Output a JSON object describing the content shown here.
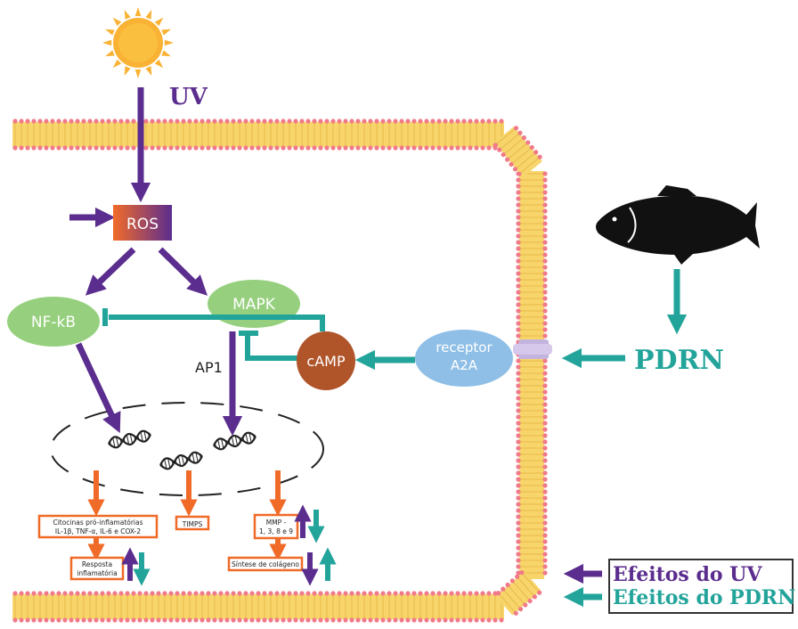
{
  "source": {
    "label": "UV"
  },
  "nodes": {
    "ros": "ROS",
    "nfkb": "NF-kB",
    "mapk": "MAPK",
    "ap1": "AP1",
    "camp": "cAMP",
    "receptor_line1": "receptor",
    "receptor_line2": "A2A",
    "pdrn": "PDRN"
  },
  "outputs": {
    "cytokines_line1": "Citocinas pró-inflamatórias",
    "cytokines_line2": "IL-1β, TNF-α, IL-6 e COX-2",
    "response_line1": "Resposta",
    "response_line2": "inflamatória",
    "timps": "TIMPS",
    "mmp_line1": "MMP -",
    "mmp_line2": "1, 3, 8 e 9",
    "collagen": "Síntese de colágeno"
  },
  "legend": {
    "uv_effects": "Efeitos do UV",
    "pdrn_effects": "Efeitos do PDRN"
  },
  "colors": {
    "uv": "#5b2d8e",
    "pdrn": "#23a49b",
    "orange": "#f06a28",
    "node_green": "#96d07e",
    "camp_brown": "#b0552a",
    "receptor_blue": "#8fbfe6",
    "sun": "#f9b233",
    "membrane_head": "#f17a8a",
    "membrane_tail": "#f7d56b"
  }
}
